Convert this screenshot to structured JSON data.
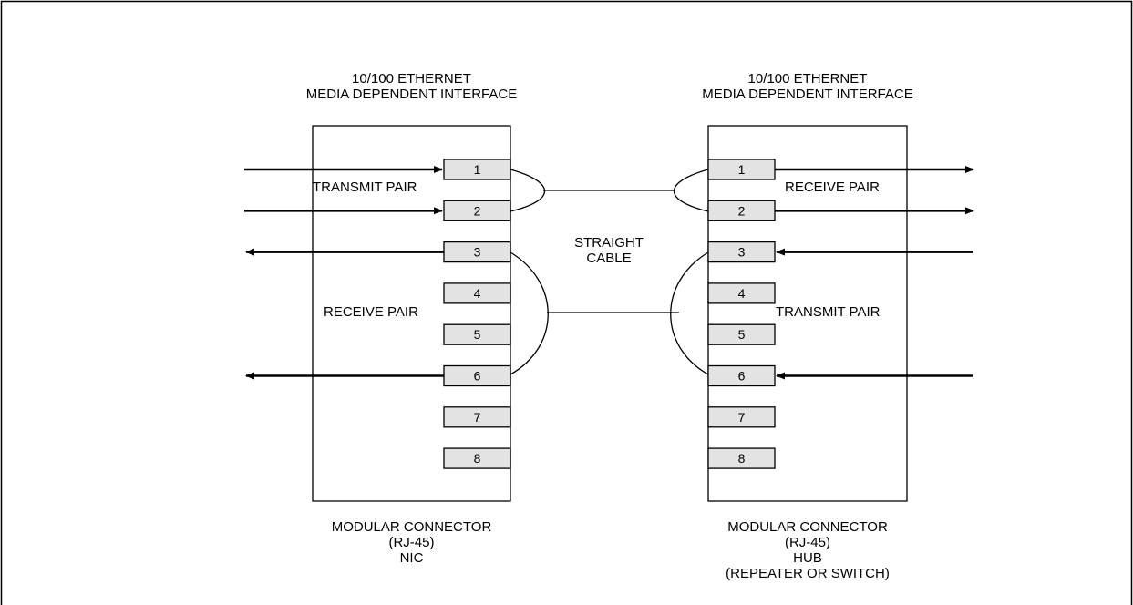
{
  "nic": {
    "title_line1": "10/100 ETHERNET",
    "title_line2": "MEDIA DEPENDENT INTERFACE",
    "transmit_pair_label": "TRANSMIT PAIR",
    "receive_pair_label": "RECEIVE PAIR",
    "caption_line1": "MODULAR CONNECTOR",
    "caption_line2": "(RJ-45)",
    "caption_line3": "NIC"
  },
  "hub": {
    "title_line1": "10/100 ETHERNET",
    "title_line2": "MEDIA DEPENDENT INTERFACE",
    "receive_pair_label": "RECEIVE PAIR",
    "transmit_pair_label": "TRANSMIT PAIR",
    "caption_line1": "MODULAR CONNECTOR",
    "caption_line2": "(RJ-45)",
    "caption_line3": "HUB",
    "caption_line4": "(REPEATER OR SWITCH)"
  },
  "cable": {
    "label_line1": "STRAIGHT",
    "label_line2": "CABLE"
  },
  "pins": [
    "1",
    "2",
    "3",
    "4",
    "5",
    "6",
    "7",
    "8"
  ],
  "nic_arrows": [
    {
      "pin": "1",
      "direction": "in"
    },
    {
      "pin": "2",
      "direction": "in"
    },
    {
      "pin": "3",
      "direction": "out"
    },
    {
      "pin": "6",
      "direction": "out"
    }
  ],
  "hub_arrows": [
    {
      "pin": "1",
      "direction": "out"
    },
    {
      "pin": "2",
      "direction": "out"
    },
    {
      "pin": "3",
      "direction": "in"
    },
    {
      "pin": "6",
      "direction": "in"
    }
  ],
  "colors": {
    "pin_fill": "#e3e3e3",
    "stroke": "#000000"
  }
}
